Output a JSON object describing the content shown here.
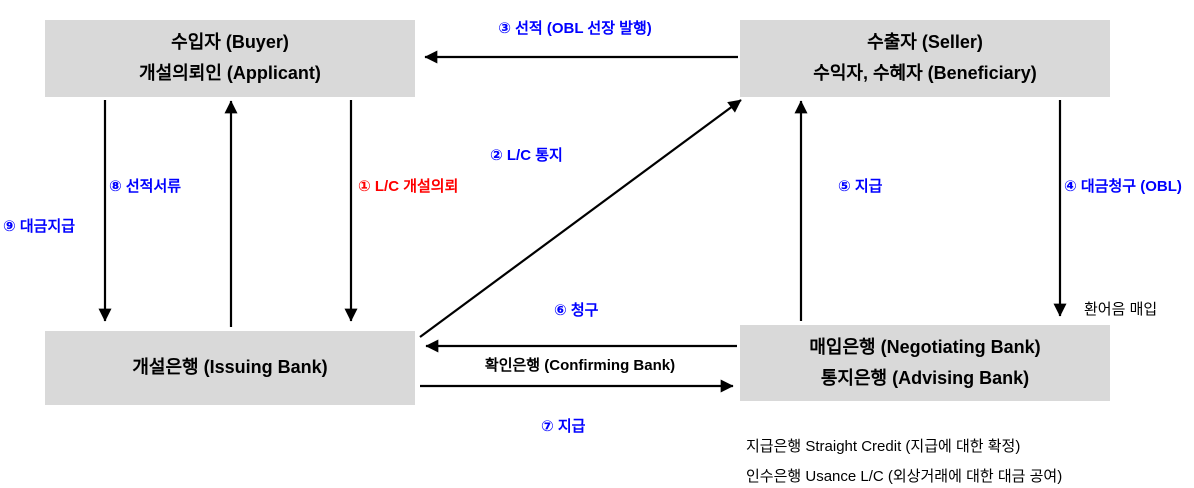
{
  "colors": {
    "box_bg": "#d9d9d9",
    "blue": "#0000ff",
    "red": "#ff0000",
    "black": "#000000"
  },
  "boxes": {
    "buyer": {
      "line1": "수입자 (Buyer)",
      "line2": "개설의뢰인 (Applicant)"
    },
    "seller": {
      "line1": "수출자 (Seller)",
      "line2": "수익자, 수혜자 (Beneficiary)"
    },
    "issuing": {
      "line1": "개설은행 (Issuing Bank)"
    },
    "negotiating": {
      "line1": "매입은행 (Negotiating Bank)",
      "line2": "통지은행 (Advising Bank)"
    }
  },
  "labels": {
    "step1": "① L/C 개설의뢰",
    "step2": "② L/C 통지",
    "step3": "③ 선적 (OBL 선장 발행)",
    "step4": "④ 대금청구 (OBL)",
    "step5": "⑤ 지급",
    "step6": "⑥ 청구",
    "step7": "⑦ 지급",
    "step8": "⑧ 선적서류",
    "step9": "⑨ 대금지급",
    "confirming": "확인은행 (Confirming Bank)",
    "bill_purchase": "환어음 매입",
    "note1": "지급은행 Straight Credit (지급에 대한 확정)",
    "note2": "인수은행 Usance L/C (외상거래에 대한 대금 공여)"
  }
}
